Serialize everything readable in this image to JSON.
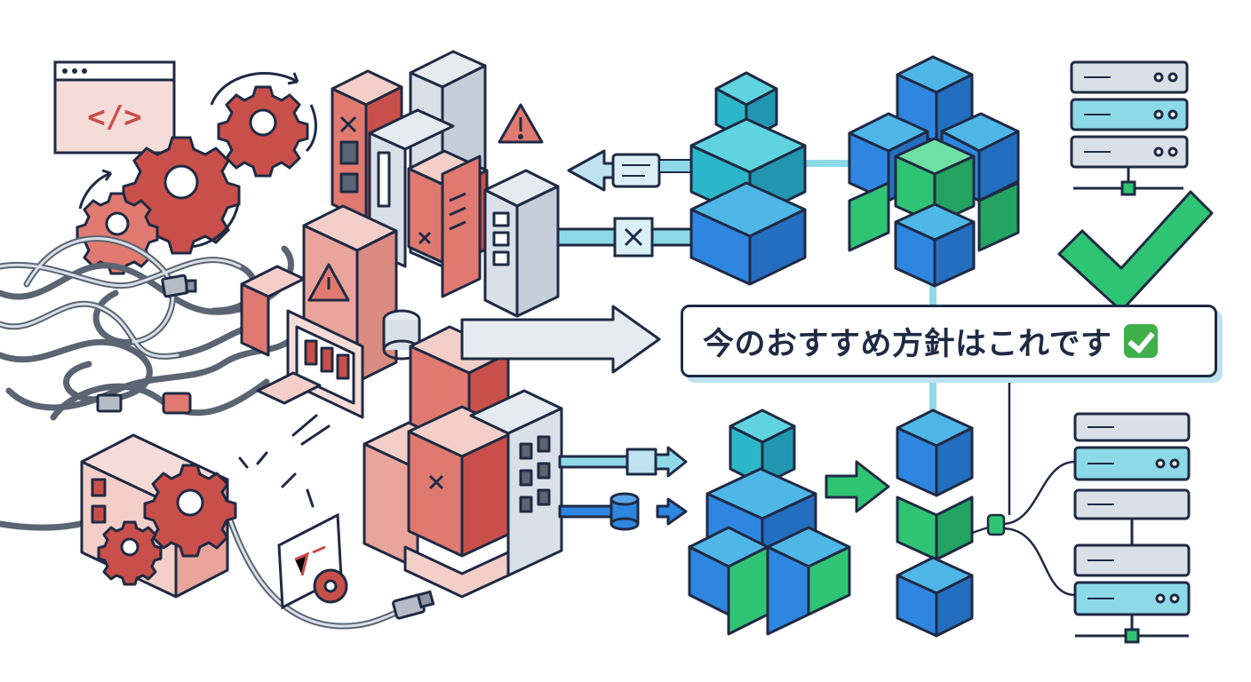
{
  "callout": {
    "text": "今のおすすめ方針はこれです"
  },
  "left_panel": {
    "code_window_glyph": "</>"
  },
  "colors": {
    "ink": "#1f2a44",
    "legacy_red": "#e07a70",
    "legacy_pink": "#f4cfc9",
    "legacy_gray": "#d9e0e8",
    "gear_red": "#c9504a",
    "modern_teal": "#2bb7c9",
    "modern_blue": "#2f86e0",
    "modern_green": "#2fc474",
    "check_green": "#3fb04a",
    "connector_cyan": "#8ed9e8"
  },
  "icons": [
    "code-window-icon",
    "gear-icon",
    "warning-icon",
    "tangled-cables",
    "cube-stack",
    "server-rack-icon",
    "checkmark-icon",
    "arrow-right-icon",
    "arrow-left-icon",
    "database-icon"
  ]
}
